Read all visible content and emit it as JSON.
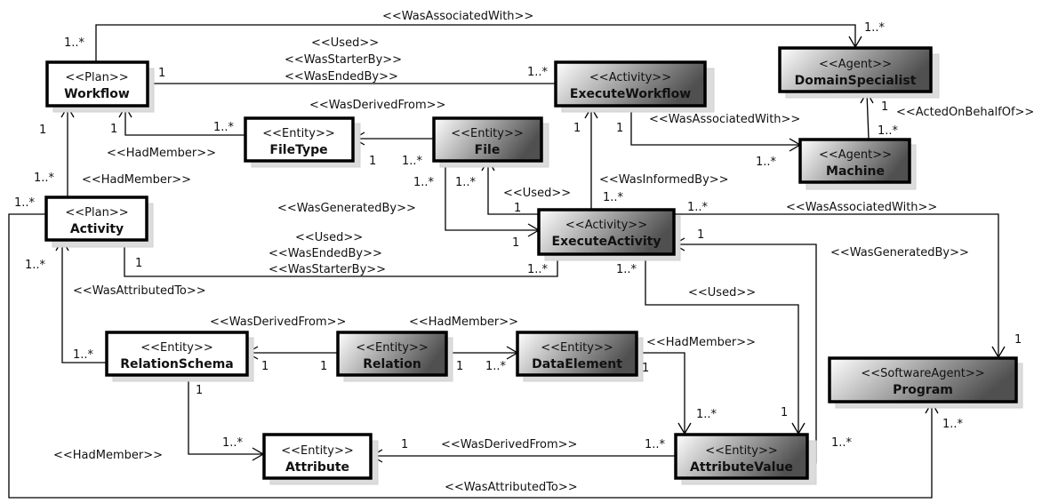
{
  "nodes": [
    {
      "id": "workflow",
      "stereotype": "<<Plan>>",
      "name": "Workflow",
      "style": "plain"
    },
    {
      "id": "executeworkflow",
      "stereotype": "<<Activity>>",
      "name": "ExecuteWorkflow",
      "style": "grad"
    },
    {
      "id": "domainspecialist",
      "stereotype": "<<Agent>>",
      "name": "DomainSpecialist",
      "style": "grad"
    },
    {
      "id": "filetype",
      "stereotype": "<<Entity>>",
      "name": "FileType",
      "style": "plain"
    },
    {
      "id": "file",
      "stereotype": "<<Entity>>",
      "name": "File",
      "style": "grad"
    },
    {
      "id": "machine",
      "stereotype": "<<Agent>>",
      "name": "Machine",
      "style": "grad"
    },
    {
      "id": "activity",
      "stereotype": "<<Plan>>",
      "name": "Activity",
      "style": "plain"
    },
    {
      "id": "executeactivity",
      "stereotype": "<<Activity>>",
      "name": "ExecuteActivity",
      "style": "grad"
    },
    {
      "id": "relationschema",
      "stereotype": "<<Entity>>",
      "name": "RelationSchema",
      "style": "plain"
    },
    {
      "id": "relation",
      "stereotype": "<<Entity>>",
      "name": "Relation",
      "style": "grad"
    },
    {
      "id": "dataelement",
      "stereotype": "<<Entity>>",
      "name": "DataElement",
      "style": "grad"
    },
    {
      "id": "program",
      "stereotype": "<<SoftwareAgent>>",
      "name": "Program",
      "style": "grad"
    },
    {
      "id": "attribute",
      "stereotype": "<<Entity>>",
      "name": "Attribute",
      "style": "plain"
    },
    {
      "id": "attributevalue",
      "stereotype": "<<Entity>>",
      "name": "AttributeValue",
      "style": "grad"
    }
  ],
  "edges": [
    {
      "id": "e1",
      "from": "workflow",
      "to": "domainspecialist",
      "labels": [
        "<<WasAssociatedWith>>"
      ],
      "mult_from": "1..*",
      "mult_to": "1..*"
    },
    {
      "id": "e2",
      "from": "executeworkflow",
      "to": "workflow",
      "labels": [
        "<<Used>>",
        "<<WasStarterBy>>",
        "<<WasEndedBy>>"
      ],
      "mult_from": "1..*",
      "mult_to": "1"
    },
    {
      "id": "e3",
      "from": "filetype",
      "to": "workflow",
      "labels": [
        "<<HadMember>>"
      ],
      "mult_from": "1..*",
      "mult_to": "1"
    },
    {
      "id": "e4",
      "from": "file",
      "to": "filetype",
      "labels": [
        "<<WasDerivedFrom>>"
      ],
      "mult_from": "1..*",
      "mult_to": "1"
    },
    {
      "id": "e5",
      "from": "executeworkflow",
      "to": "machine",
      "labels": [
        "<<WasAssociatedWith>>"
      ],
      "mult_from": "1",
      "mult_to": "1..*"
    },
    {
      "id": "e6",
      "from": "machine",
      "to": "domainspecialist",
      "labels": [
        "<<ActedOnBehalfOf>>"
      ],
      "mult_from": "1..*",
      "mult_to": "1"
    },
    {
      "id": "e7",
      "from": "activity",
      "to": "workflow",
      "labels": [
        "<<HadMember>>"
      ],
      "mult_from": "1..*",
      "mult_to": "1"
    },
    {
      "id": "e8",
      "from": "file",
      "to": "executeactivity",
      "labels": [
        "<<WasGeneratedBy>>"
      ],
      "mult_from": "1..*",
      "mult_to": "1"
    },
    {
      "id": "e9",
      "from": "executeactivity",
      "to": "file",
      "labels": [
        "<<Used>>"
      ],
      "mult_from": "1",
      "mult_to": "1..*"
    },
    {
      "id": "e10",
      "from": "executeactivity",
      "to": "executeworkflow",
      "labels": [
        "<<WasInformedBy>>"
      ],
      "mult_from": "1..*",
      "mult_to": "1"
    },
    {
      "id": "e11",
      "from": "executeactivity",
      "to": "program",
      "labels": [
        "<<WasAssociatedWith>>"
      ],
      "mult_from": "1..*",
      "mult_to": "1"
    },
    {
      "id": "e12",
      "from": "executeactivity",
      "to": "activity",
      "labels": [
        "<<Used>>",
        "<<WasEndedBy>>",
        "<<WasStarterBy>>"
      ],
      "mult_from": "1..*",
      "mult_to": "1"
    },
    {
      "id": "e13",
      "from": "attributevalue",
      "to": "executeactivity",
      "labels": [
        "<<WasGeneratedBy>>"
      ],
      "mult_from": "1..*",
      "mult_to": "1"
    },
    {
      "id": "e14",
      "from": "executeactivity",
      "to": "attributevalue",
      "labels": [
        "<<Used>>"
      ],
      "mult_from": "1..*",
      "mult_to": "1"
    },
    {
      "id": "e15",
      "from": "relationschema",
      "to": "activity",
      "labels": [
        "<<WasAttributedTo>>"
      ],
      "mult_from": "1..*",
      "mult_to": "1..*"
    },
    {
      "id": "e16",
      "from": "relation",
      "to": "relationschema",
      "labels": [
        "<<WasDerivedFrom>>"
      ],
      "mult_from": "1",
      "mult_to": "1"
    },
    {
      "id": "e17",
      "from": "relation",
      "to": "dataelement",
      "labels": [
        "<<HadMember>>"
      ],
      "mult_from": "1",
      "mult_to": "1..*"
    },
    {
      "id": "e18",
      "from": "dataelement",
      "to": "attributevalue",
      "labels": [
        "<<HadMember>>"
      ],
      "mult_from": "1",
      "mult_to": "1..*"
    },
    {
      "id": "e19",
      "from": "relationschema",
      "to": "attribute",
      "labels": [
        "<<HadMember>>"
      ],
      "mult_from": "1",
      "mult_to": "1..*"
    },
    {
      "id": "e20",
      "from": "attributevalue",
      "to": "attribute",
      "labels": [
        "<<WasDerivedFrom>>"
      ],
      "mult_from": "1..*",
      "mult_to": "1"
    },
    {
      "id": "e21",
      "from": "activity",
      "to": "program",
      "labels": [
        "<<WasAttributedTo>>"
      ],
      "mult_from": "1..*",
      "mult_to": "1..*"
    }
  ]
}
